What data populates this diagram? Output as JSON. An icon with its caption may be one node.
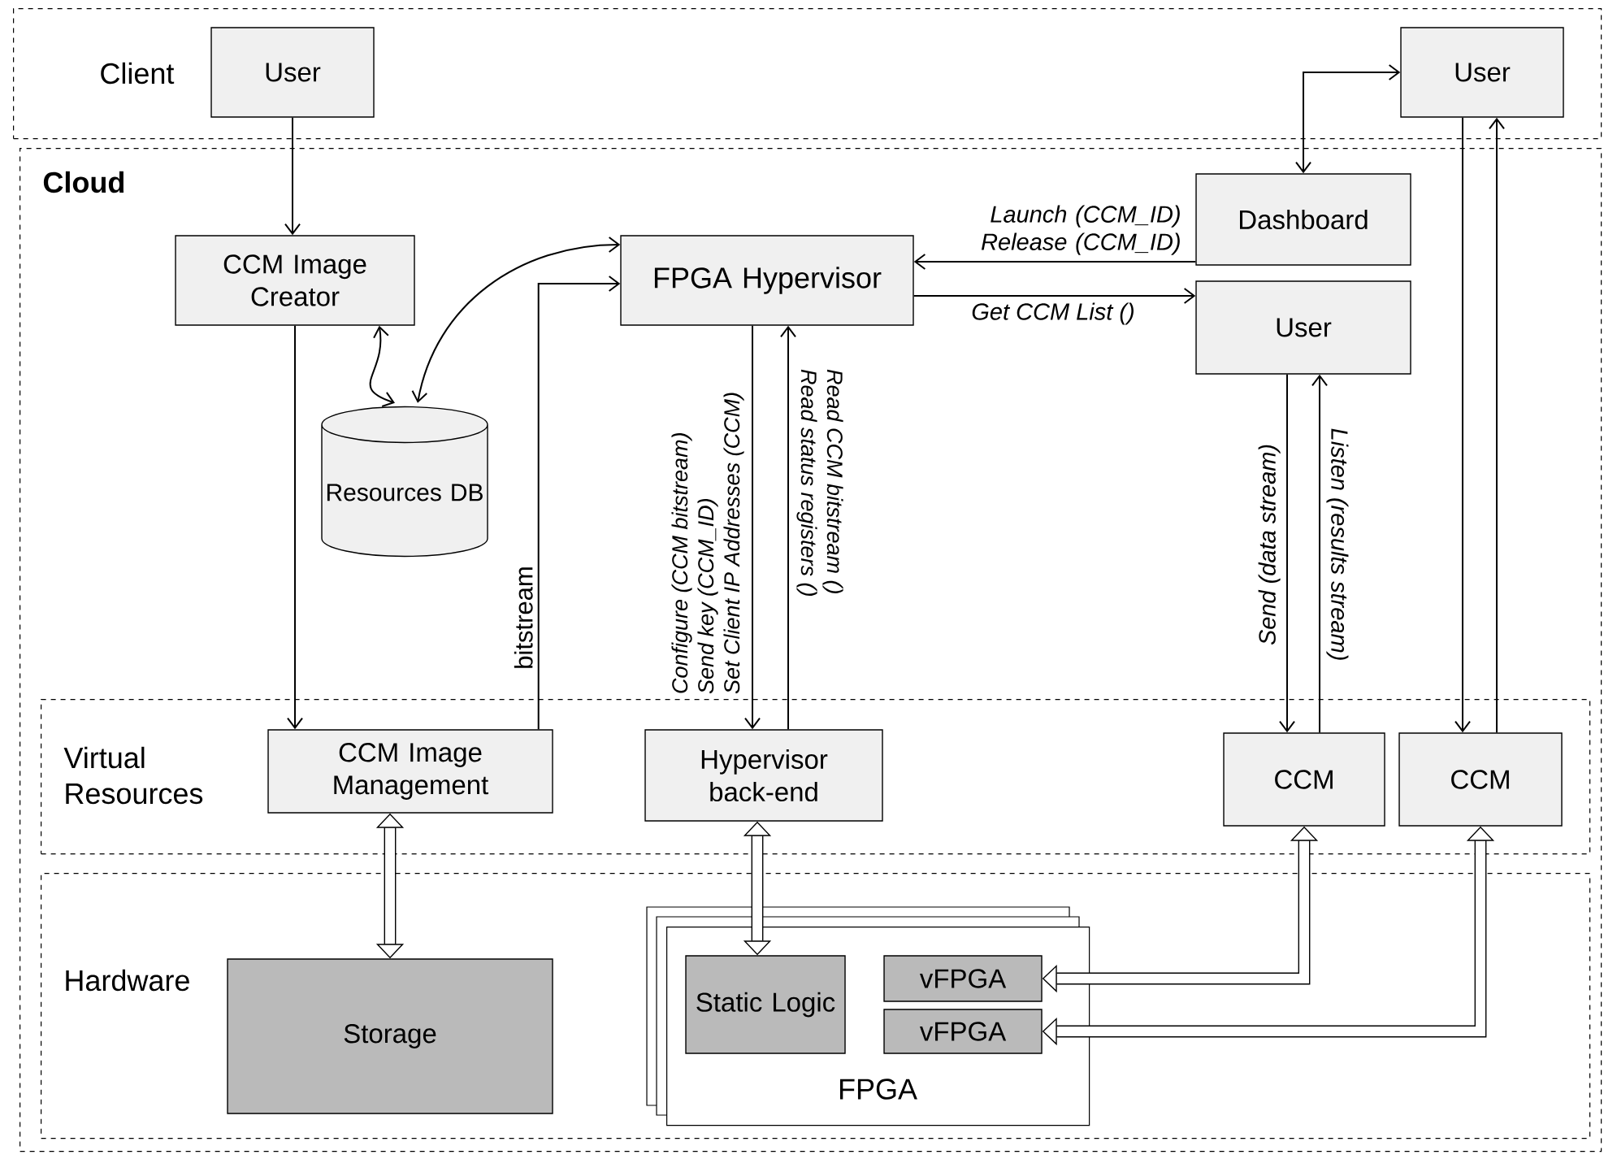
{
  "diagram": {
    "nodes": [
      {
        "text": [
          "Client"
        ]
      },
      {
        "text": [
          "User"
        ],
        "in": 0
      },
      {
        "text": [
          "User"
        ],
        "in": 0
      },
      {
        "text": [
          "Cloud"
        ]
      },
      {
        "text": [
          "CCM Image Creator"
        ],
        "in": 3
      },
      {
        "text": [
          "FPGA Hypervisor"
        ],
        "in": 3
      },
      {
        "text": [
          "Dashboard"
        ],
        "in": 3
      },
      {
        "text": [
          "User"
        ],
        "in": 3
      },
      {
        "text": [
          "Resources DB"
        ],
        "in": 3
      },
      {
        "text": [
          "Virtual Resources"
        ],
        "in": 3
      },
      {
        "text": [
          "CCM Image Management"
        ],
        "in": 9
      },
      {
        "text": [
          "Hypervisor back-end"
        ],
        "in": 9
      },
      {
        "text": [
          "CCM"
        ],
        "in": 9
      },
      {
        "text": [
          "CCM"
        ],
        "in": 9
      },
      {
        "text": [
          "Hardware"
        ],
        "in": 3
      },
      {
        "text": [
          "Storage"
        ],
        "in": 14
      },
      {
        "text": [
          "FPGA"
        ],
        "in": 14
      },
      {
        "text": [
          "Static Logic"
        ],
        "in": 16
      },
      {
        "text": [
          "vFPGA"
        ],
        "in": 16
      },
      {
        "text": [
          "vFPGA"
        ],
        "in": 16
      }
    ],
    "edges": [
      {
        "from": 1,
        "to": 4,
        "arrow": "to"
      },
      {
        "from": 2,
        "to": 6,
        "arrow": "both"
      },
      {
        "from": 4,
        "to": 8,
        "arrow": "both"
      },
      {
        "from": 8,
        "to": 5,
        "arrow": "both"
      },
      {
        "from": 4,
        "to": 10,
        "arrow": "to"
      },
      {
        "from": 10,
        "to": 5,
        "arrow": "to",
        "label": "bitstream"
      },
      {
        "from": 6,
        "to": 5,
        "arrow": "to",
        "label": "Launch (CCM_ID) Release (CCM_ID)"
      },
      {
        "from": 5,
        "to": 7,
        "arrow": "to",
        "label": "Get CCM List ()"
      },
      {
        "from": 5,
        "to": 11,
        "arrow": "to",
        "label": "Configure (CCM bitstream) Send key (CCM_ID) Set Client IP Addresses (CCM)"
      },
      {
        "from": 11,
        "to": 5,
        "arrow": "to",
        "label": "Read CCM bitstream () Read status registers ()"
      },
      {
        "from": 7,
        "to": 12,
        "arrow": "to",
        "label": "Send (data stream)"
      },
      {
        "from": 12,
        "to": 7,
        "arrow": "to",
        "label": "Listen (results stream)"
      },
      {
        "from": 2,
        "to": 13,
        "arrow": "to"
      },
      {
        "from": 13,
        "to": 2,
        "arrow": "to"
      },
      {
        "from": 10,
        "to": 15,
        "arrow": "both",
        "style": "thick"
      },
      {
        "from": 11,
        "to": 17,
        "arrow": "both",
        "style": "thick"
      },
      {
        "from": 12,
        "to": 18,
        "arrow": "both",
        "style": "thick"
      },
      {
        "from": 13,
        "to": 19,
        "arrow": "both",
        "style": "thick"
      }
    ]
  }
}
